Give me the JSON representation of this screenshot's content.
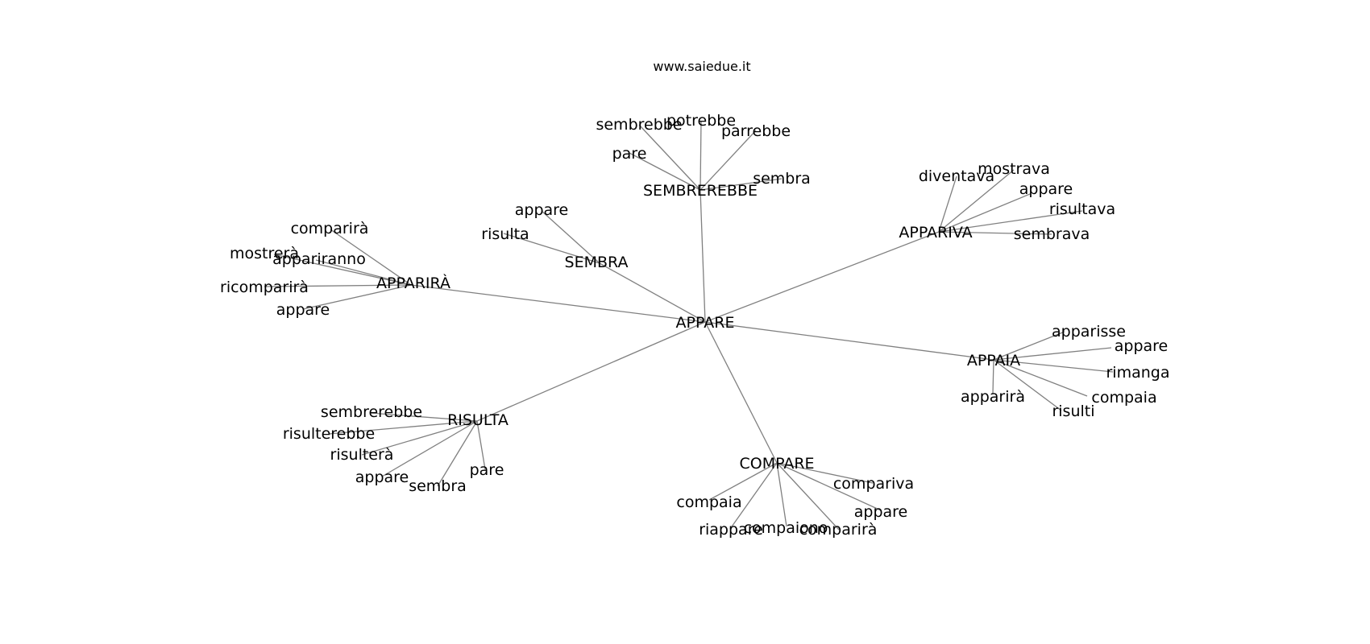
{
  "title": "www.saiedue.it",
  "colors": {
    "edge": "#808080",
    "text": "#000000",
    "background": "#ffffff"
  },
  "graph": {
    "root": "APPARE",
    "hubs": [
      {
        "name": "SEMBREREBBE",
        "leaves": [
          "sembrebbe",
          "potrebbe",
          "parrebbe",
          "pare",
          "sembra"
        ]
      },
      {
        "name": "APPARIVA",
        "leaves": [
          "diventava",
          "mostrava",
          "appare",
          "risultava",
          "sembrava"
        ]
      },
      {
        "name": "SEMBRA",
        "leaves": [
          "appare",
          "risulta"
        ]
      },
      {
        "name": "APPARIRÀ",
        "leaves": [
          "comparirà",
          "mostrerà",
          "appariranno",
          "ricomparirà",
          "appare"
        ]
      },
      {
        "name": "APPAIA",
        "leaves": [
          "apparisse",
          "appare",
          "rimanga",
          "compaia",
          "apparirà",
          "risulti"
        ]
      },
      {
        "name": "RISULTA",
        "leaves": [
          "sembrerebbe",
          "risulterebbe",
          "risulterà",
          "appare",
          "sembra",
          "pare"
        ]
      },
      {
        "name": "COMPARE",
        "leaves": [
          "compariva",
          "appare",
          "compaia",
          "riappare",
          "compaiono",
          "comparirà"
        ]
      }
    ]
  }
}
